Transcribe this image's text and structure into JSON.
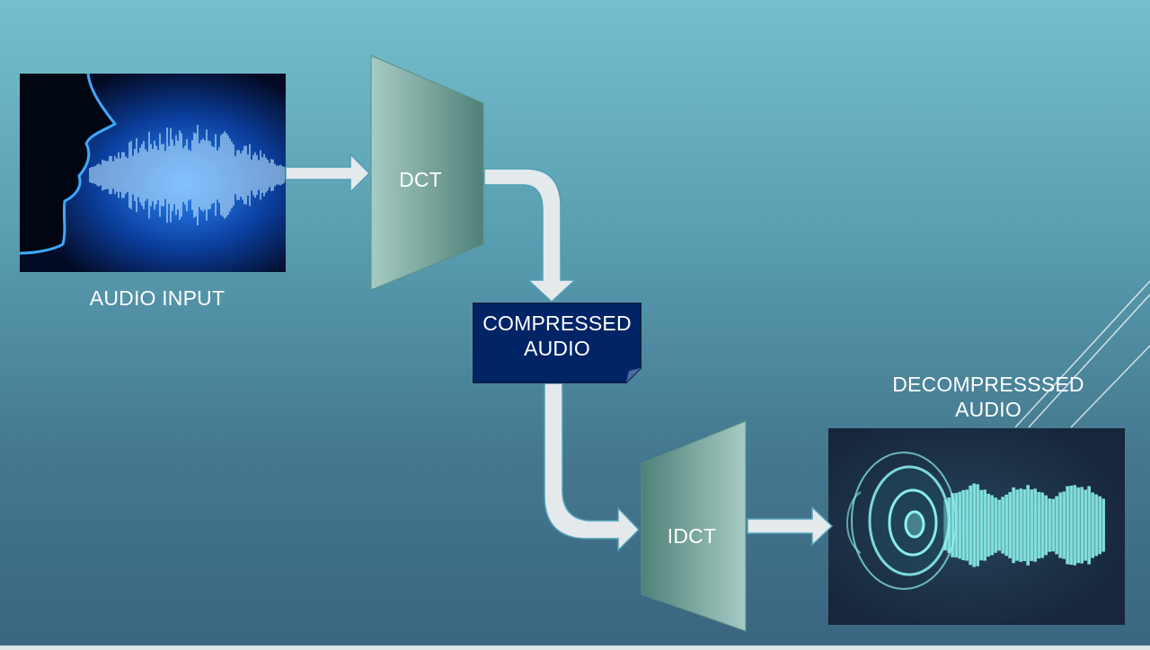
{
  "diagram": {
    "input_label": "AUDIO INPUT",
    "dct_label": "DCT",
    "compressed_label_line1": "COMPRESSED",
    "compressed_label_line2": "AUDIO",
    "idct_label": "IDCT",
    "output_label_line1": "DECOMPRESSSED",
    "output_label_line2": "AUDIO"
  },
  "colors": {
    "background_top": "#74bfce",
    "background_bottom": "#3a6580",
    "arrow_fill": "#e4e9ec",
    "arrow_stroke": "#4f9fb5",
    "block_fill": "#6d9f96",
    "compressed_box_fill": "#012466",
    "compressed_box_stroke": "#0a1e4a",
    "input_image_glow": "#3fa8ff",
    "output_image_glow": "#8ef5ee"
  }
}
